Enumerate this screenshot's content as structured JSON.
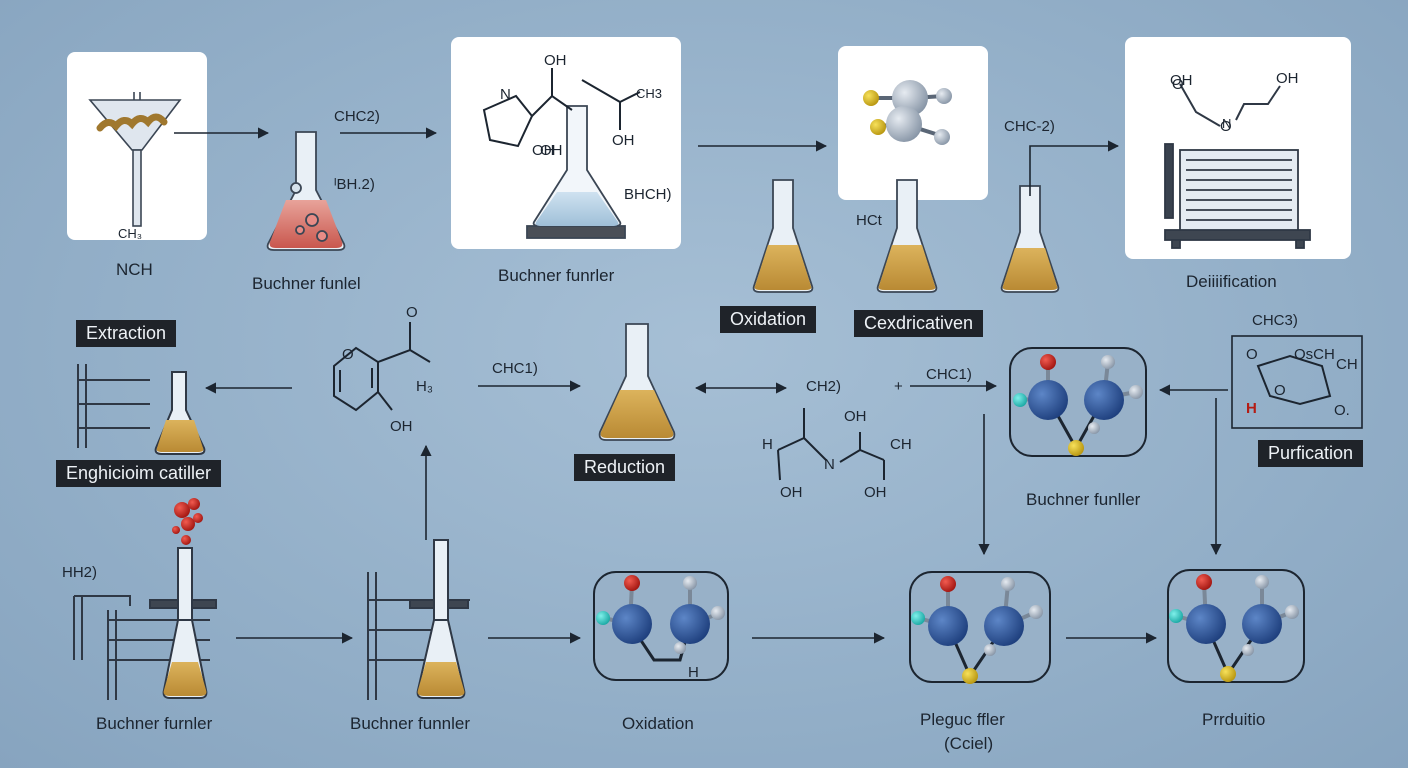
{
  "labels": {
    "nch": "NCH",
    "ch_small": "CH₃",
    "buchner_1": "Buchner funlel",
    "buchner_2": "Buchner funrler",
    "distillation": "Deiiiification",
    "buchner_3": "Buchner funller",
    "buchner_4": "Buchner furnler",
    "buchner_5": "Buchner funnler",
    "oxidation_bottom": "Oxidation",
    "product_a": "Pleguc ffler",
    "product_a_sub": "(Cciel)",
    "product_b": "Prrduitio"
  },
  "tags": {
    "oxidation": "Oxidation",
    "decarboxylation": "Cexdricativen",
    "extraction": "Extraction",
    "crystallizer": "Enghicioim catiller",
    "reduction": "Reduction",
    "purification": "Purfication"
  },
  "chem": {
    "c1": "CHC2)",
    "c2": "ᴵBH.2)",
    "c3": "OH",
    "c4": "OH",
    "c5": "CH3",
    "c6": "OH",
    "c7": "N",
    "c8": "BHCH)",
    "c9": "HCt",
    "c10": "CHC-2)",
    "c11": "O",
    "c12": "O",
    "c13": "OH",
    "c14": "OH",
    "c15": "CHC1)",
    "c16": "CH2)",
    "c17": "CHC1)",
    "c18": "OH",
    "c19": "OH",
    "c20": "CH",
    "c21": "H",
    "c22": "N",
    "c23": "OH",
    "c24": "CHC3)",
    "c25": "O",
    "c26": "OsCH",
    "c27": "CH",
    "c28": "O",
    "c29": "H",
    "c30": "O.",
    "c31": "HH2)",
    "c32": "H",
    "c33": "N",
    "c34": "OH",
    "c35": "OH",
    "c36": "O",
    "c37": "+",
    "c38": "O",
    "c39": "H₃"
  }
}
